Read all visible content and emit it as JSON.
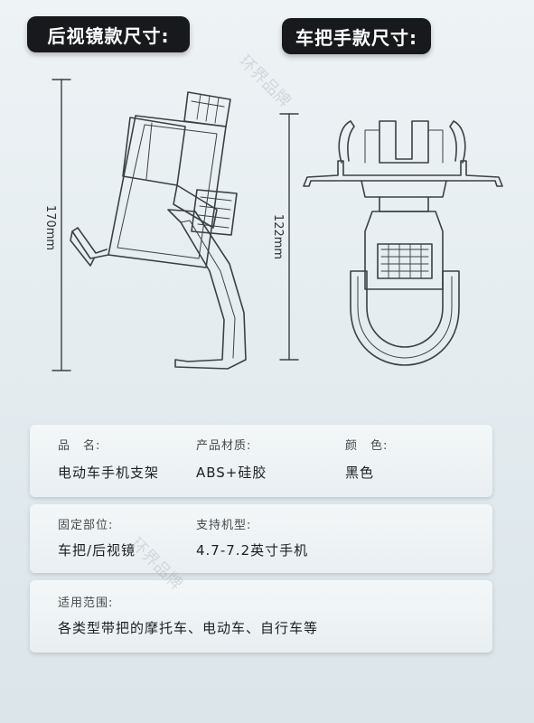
{
  "headers": {
    "mirror": "后视镜款尺寸:",
    "handlebar": "车把手款尺寸:"
  },
  "dimensions": {
    "mirror_height": "170mm",
    "handlebar_height": "122mm"
  },
  "specs": {
    "product_name_label": "品　名:",
    "product_name_value": "电动车手机支架",
    "material_label": "产品材质:",
    "material_value": "ABS+硅胶",
    "color_label": "颜　色:",
    "color_value": "黑色",
    "mount_label": "固定部位:",
    "mount_value": "车把/后视镜",
    "models_label": "支持机型:",
    "models_value": "4.7-7.2英寸手机",
    "usage_label": "适用范围:",
    "usage_value": "各类型带把的摩托车、电动车、自行车等"
  },
  "watermark": "环界品牌"
}
